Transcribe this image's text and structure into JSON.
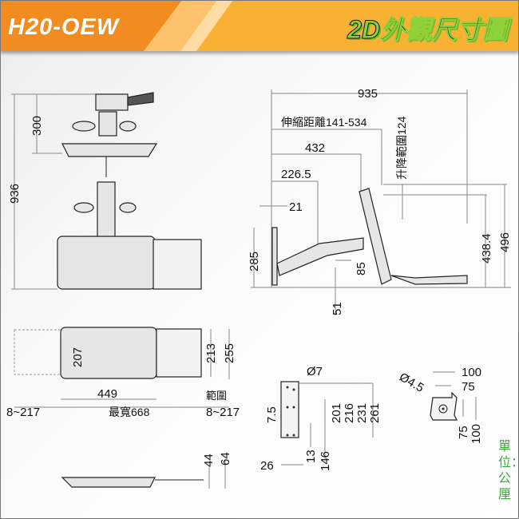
{
  "header": {
    "model": "H20-OEW",
    "title_prefix": "2D",
    "title_main": "外觀尺寸圖"
  },
  "front_view": {
    "height_total": "936",
    "height_top": "300"
  },
  "side_view": {
    "overall_width": "935",
    "extension_label": "伸縮距離141-534",
    "d432": "432",
    "d226": "226.5",
    "d21": "21",
    "lift_label": "升降範圍124",
    "h285": "285",
    "h85": "85",
    "h51": "51",
    "h438": "438.4",
    "h496": "496"
  },
  "top_view": {
    "d207": "207",
    "d213": "213",
    "d255": "255",
    "d449": "449",
    "range_label": "範圍",
    "left_range": "8~217",
    "max_width": "最寬668",
    "right_range": "8~217"
  },
  "bottom_view": {
    "d44": "44",
    "d64": "64"
  },
  "bracket": {
    "hole": "Ø7",
    "d75": "7.5",
    "d201": "201",
    "d216": "216",
    "d231": "231",
    "d261": "261",
    "d13": "13",
    "d146": "146",
    "d26": "26"
  },
  "vesa": {
    "hole": "Ø4.5",
    "w100": "100",
    "w75": "75",
    "h75": "75",
    "h100": "100"
  },
  "unit_label": "單位：公厘"
}
